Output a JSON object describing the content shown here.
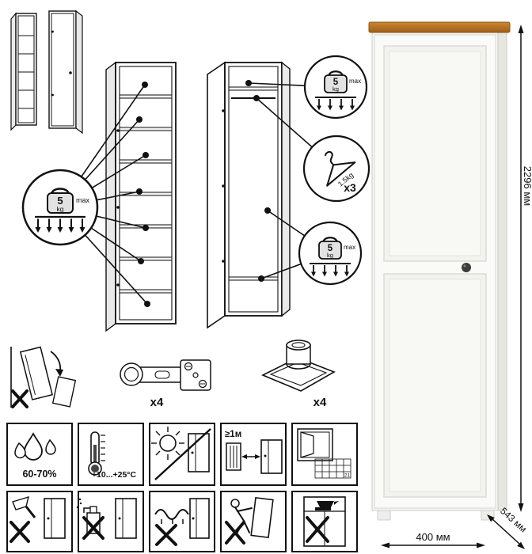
{
  "document": {
    "type": "furniture-assembly-care-sheet",
    "background": "#ffffff"
  },
  "badges": {
    "shelf_load": {
      "value": "5",
      "unit": "kg",
      "max_label": "max"
    },
    "hanger_load": {
      "label": "1.5kg",
      "count": "x3"
    }
  },
  "hardware": {
    "hinge_count": "x4",
    "foot_count": "x4"
  },
  "dimensions": {
    "height": "2296 мм",
    "width": "400 мм",
    "depth": "543 мм"
  },
  "care": {
    "humidity_range": "60-70%",
    "temperature_range": "+10...+25°C",
    "min_heat_distance": "≥1м",
    "grid_number": "21"
  },
  "colors": {
    "line": "#111111",
    "wood_top": "#b97422",
    "body": "#f6f6f3",
    "knob": "#3d3d3d"
  },
  "icons": [
    "weight-5kg-max-icon",
    "hanger-icon",
    "hinge-icon",
    "adjustable-foot-icon",
    "anti-tip-icon",
    "humidity-icon",
    "thermometer-icon",
    "sunlight-icon",
    "radiator-distance-icon",
    "ventilation-window-icon",
    "no-scraper-icon",
    "no-chemicals-icon",
    "no-wet-cloth-icon",
    "no-drag-icon",
    "no-overload-icon"
  ]
}
